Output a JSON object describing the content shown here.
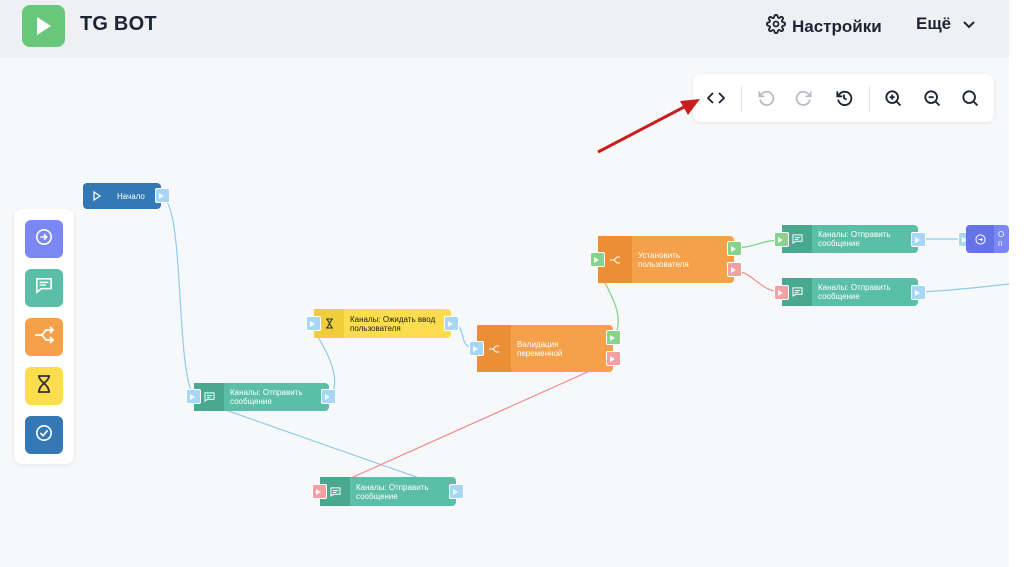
{
  "header": {
    "app_title": "TG BOT",
    "settings_label": "Настройки",
    "more_label": "Ещё",
    "logo_color": "#68c77a"
  },
  "toolbar": {
    "buttons": [
      "code-icon",
      "undo-icon",
      "redo-icon",
      "history-icon",
      "zoom-in-icon",
      "zoom-out-icon",
      "search-icon"
    ]
  },
  "palette": {
    "items": [
      {
        "name": "go-to-block",
        "icon": "arrow-circle-icon",
        "color": "#7b87f2"
      },
      {
        "name": "send-message",
        "icon": "message-icon",
        "color": "#5bbfa7"
      },
      {
        "name": "condition",
        "icon": "branch-icon",
        "color": "#f5a04a"
      },
      {
        "name": "wait-input",
        "icon": "hourglass-icon",
        "color": "#fbdd4e"
      },
      {
        "name": "finish",
        "icon": "check-circle-icon",
        "color": "#3478b5"
      }
    ]
  },
  "nodes": {
    "start": {
      "label": "Начало"
    },
    "send1": {
      "label": "Каналы: Отправить сообщение"
    },
    "wait": {
      "label": "Каналы: Ожидать ввод пользователя"
    },
    "validate": {
      "label": "Валидация переменной"
    },
    "set_user": {
      "label": "Установить пользователя"
    },
    "send2": {
      "label": "Каналы: Отправить сообщение"
    },
    "send3": {
      "label": "Каналы: Отправить сообщение"
    },
    "send4": {
      "label": "Каналы: Отправить сообщение"
    },
    "partial": {
      "label": "О п"
    }
  },
  "colors": {
    "wire_blue": "#8fcbed",
    "wire_green": "#7fd089",
    "wire_red": "#ef8e8e",
    "arrow_red": "#c91e1e"
  }
}
